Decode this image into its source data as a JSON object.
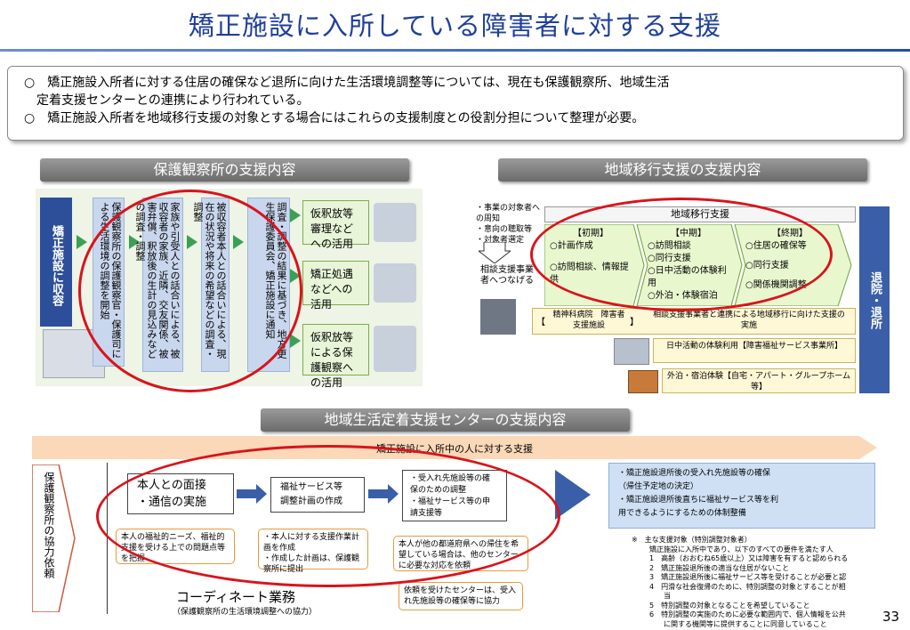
{
  "title": "矯正施設に入所している障害者に対する支援",
  "summary": [
    "○　矯正施設入所者に対する住居の確保など退所に向けた生活環境調整等については、現在も保護観察所、地域生活",
    "　定着支援センターとの連携により行われている。",
    "○　矯正施設入所者を地域移行支援の対象とする場合にはこれらの支援制度との役割分担について整理が必要。"
  ],
  "probation": {
    "header": "保護観察所の支援内容",
    "blue_label": "矯正施設に収容",
    "steps": [
      "保護観察所の保護観察官・保護司による生活環境の調整を開始",
      "家族や引受人との話合いによる、被収容者の家族、近隣、交友関係、被害弁償、釈放後の生計の見込みなどの調査・調整",
      "被収容者本人との話合いによる、現在の状況や将来の希望などの調査・調整",
      "調査・調整の結果に基づき、地方更生保護委員会、矯正施設に通知"
    ],
    "step4_extra": "地方更生保護委員会・矯正施設に通知",
    "outcomes": [
      "仮釈放等審理などへの活用",
      "矯正処遇などへの活用",
      "仮釈放等による保護観察への活用"
    ]
  },
  "transition": {
    "header": "地域移行支援の支援内容",
    "left_notes": [
      "・事業の対象者への周知",
      "・意向の聴取等",
      "・対象者選定"
    ],
    "left_box": "相談支援事業者へつなげる",
    "band_title": "地域移行支援",
    "phases": [
      {
        "title": "【初期】",
        "items": [
          "○計画作成",
          "○訪問相談、情報提供"
        ]
      },
      {
        "title": "【中期】",
        "items": [
          "○訪問相談",
          "○同行支援",
          "○日中活動の体験利用",
          "○外泊・体験宿泊"
        ]
      },
      {
        "title": "【終期】",
        "items": [
          "○住居の確保等",
          "○同行支援",
          "○関係機関調整"
        ]
      }
    ],
    "hospital": "精神科病院　障害者支援施設",
    "hospital_bracket_l": "【",
    "hospital_bracket_r": "】",
    "coop": "相談支援事業者と連携による地域移行に向けた支援の実施",
    "day_activity": "日中活動の体験利用【障害福祉サービス事業所】",
    "stay": "外泊・宿泊体験【自宅・アパート・グループホーム等】",
    "exit_label": "退院・退所"
  },
  "center": {
    "header": "地域生活定着支援センターの支援内容",
    "band": "矯正施設に入所中の人に対する支援",
    "left_label": "保護観察所の協力依頼",
    "box1": [
      "本人との面接",
      "・通信の実施"
    ],
    "box2": [
      "福祉サービス等",
      "調整計画の作成"
    ],
    "box3": [
      "・受入れ先施設等の確",
      "保のための調整",
      "・福祉サービス等の申",
      "請支援等"
    ],
    "note1": "本人の福祉的ニーズ、福祉的支援を受ける上での問題点等を把握",
    "note2": [
      "・本人に対する支援作業計画を作成",
      "・作成した計画は、保護観察所に提出"
    ],
    "note3": "本人が他の都道府県への帰住を希望している場合は、他のセンターに必要な対応を依頼",
    "note4": "依頼を受けたセンターは、受入れ先施設等の確保等に協力",
    "right_box": [
      "・矯正施設退所後の受入れ先施設等の確保",
      "（帰住予定地の決定）",
      "・矯正施設退所後直ちに福祉サービス等を利",
      "用できるようにするための体制整備"
    ],
    "coordinate": "コーディネート業務",
    "coordinate_sub": "（保護観察所の生活環境調整への協力）",
    "footnote_title": "※　主な支援対象（特別調整対象者）",
    "footnotes": [
      "矯正施設に入所中であり、以下のすべての要件を満たす人",
      "1　高齢（おおむね65歳以上）又は障害を有すると認められる",
      "2　矯正施設退所後の適当な住居がないこと",
      "3　矯正施設退所後に福祉サービス等を受けることが必要と認",
      "4　円滑な社会復帰のために、特別調整の対象とすることが相",
      "　　当",
      "5　特別調整の対象となることを希望していること",
      "6　特別調整の実施のために必要な範囲内で、個人情報を公共",
      "　　に関する機関等に提供することに同意していること"
    ]
  },
  "page_number": "33",
  "colors": {
    "title": "#1f3f9a",
    "ellipse": "#d8141c",
    "green": "#3aa055",
    "navy": "#3a5fa8"
  }
}
